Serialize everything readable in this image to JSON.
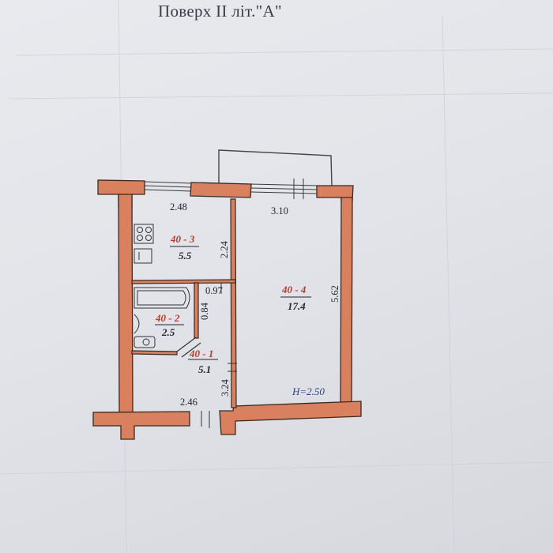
{
  "title": "Поверх II літ.\"А\"",
  "colors": {
    "wall_fill": "#d9805e",
    "wall_stroke": "#3a2a22",
    "room_code": "#c0392b",
    "height_label": "#2d3f93",
    "paper": "#e6e7ec"
  },
  "rooms": [
    {
      "code": "40 - 3",
      "area": "5.5"
    },
    {
      "code": "40 - 4",
      "area": "17.4"
    },
    {
      "code": "40 - 2",
      "area": "2.5"
    },
    {
      "code": "40 - 1",
      "area": "5.1"
    }
  ],
  "dimensions": [
    "2.48",
    "3.10",
    "2.24",
    "5.62",
    "0.97",
    "0.84",
    "3.24",
    "2.46"
  ],
  "height_label": "H=2.50",
  "fixtures": [
    "stove-icon",
    "sink-icon",
    "bathtub-icon",
    "washbasin-icon",
    "toilet-icon"
  ]
}
